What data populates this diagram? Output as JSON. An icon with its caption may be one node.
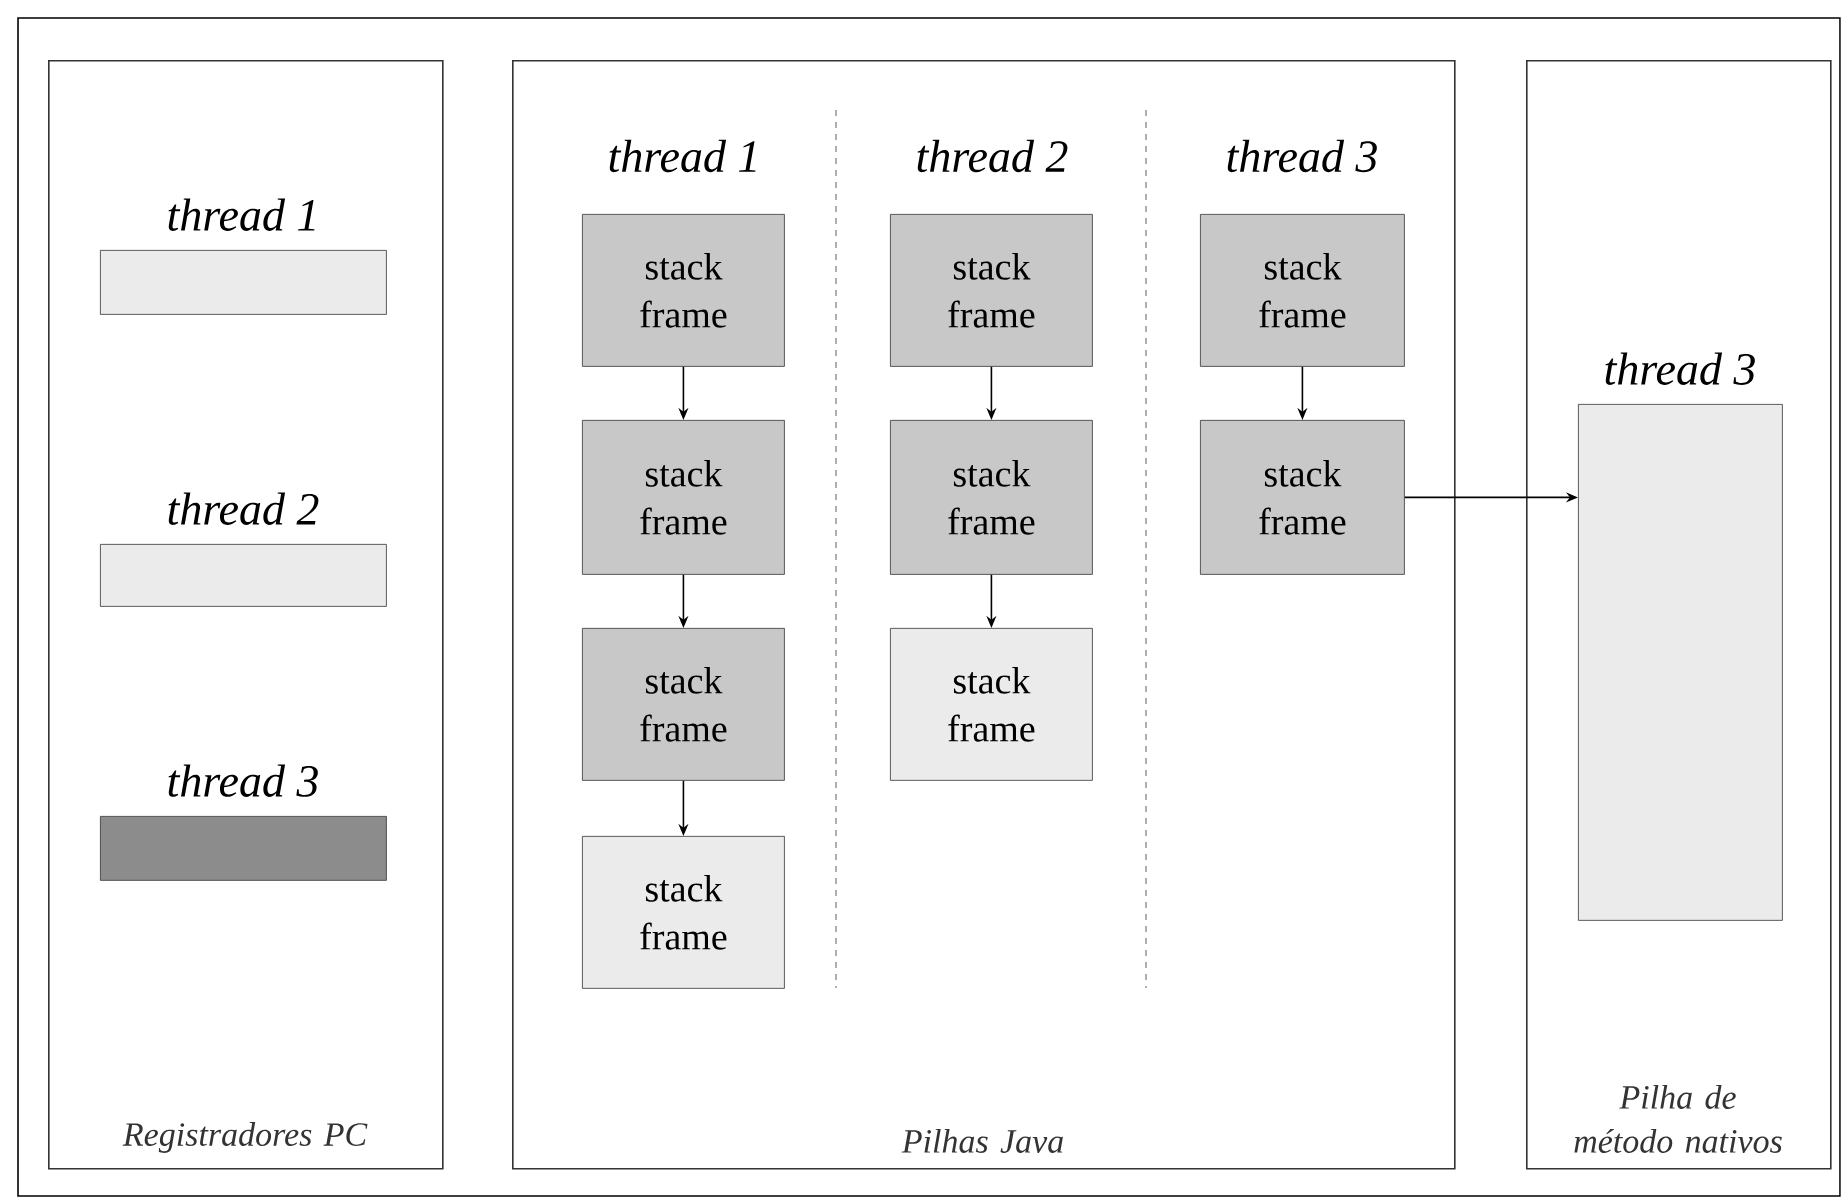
{
  "diagram": {
    "nodes": [
      {
        "text": [
          "Registradores PC"
        ]
      },
      {
        "text": [
          "thread 1"
        ],
        "in": 0
      },
      {
        "text": [
          "thread 2"
        ],
        "in": 0
      },
      {
        "text": [
          "thread 3"
        ],
        "in": 0
      },
      {
        "text": [
          "Pilhas Java"
        ]
      },
      {
        "text": [
          "stack frame"
        ],
        "in": 4
      },
      {
        "text": [
          "stack frame"
        ],
        "in": 4
      },
      {
        "text": [
          "stack frame"
        ],
        "in": 4
      },
      {
        "text": [
          "stack frame"
        ],
        "in": 4
      },
      {
        "text": [
          "stack frame"
        ],
        "in": 4
      },
      {
        "text": [
          "stack frame"
        ],
        "in": 4
      },
      {
        "text": [
          "stack frame"
        ],
        "in": 4
      },
      {
        "text": [
          "stack frame"
        ],
        "in": 4
      },
      {
        "text": [
          "stack frame"
        ],
        "in": 4
      },
      {
        "text": [
          "Pilha de método nativos"
        ]
      },
      {
        "text": [
          "thread 3"
        ],
        "in": 14
      }
    ],
    "edges": [
      {
        "from": 5,
        "to": 6,
        "arrow": "to"
      },
      {
        "from": 6,
        "to": 7,
        "arrow": "to"
      },
      {
        "from": 7,
        "to": 8,
        "arrow": "to"
      },
      {
        "from": 9,
        "to": 10,
        "arrow": "to"
      },
      {
        "from": 10,
        "to": 11,
        "arrow": "to"
      },
      {
        "from": 12,
        "to": 13,
        "arrow": "to"
      },
      {
        "from": 13,
        "to": 15,
        "arrow": "to"
      }
    ],
    "labels": [
      "thread 1",
      "thread 2",
      "thread 3"
    ]
  }
}
